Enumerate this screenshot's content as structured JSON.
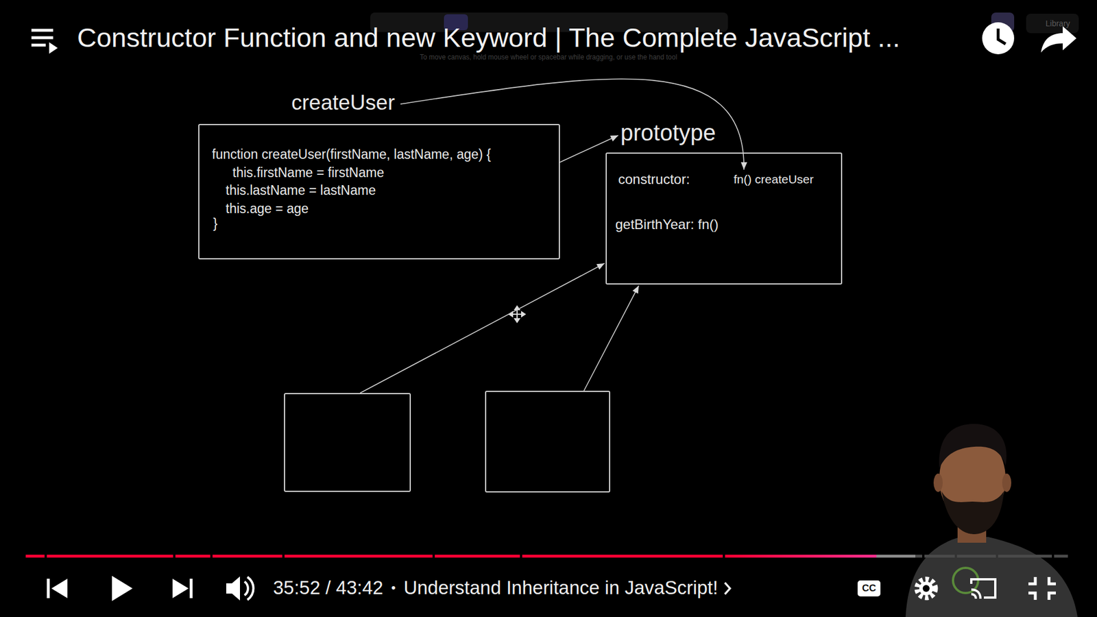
{
  "diagram": {
    "title": "Constructor Function and new Keyword | The Complete JavaScript ...",
    "nodes": [
      {
        "text": [
          "createUser",
          "function createUser(firstName, lastName, age) {",
          "this.firstName = firstName",
          "this.lastName = lastName",
          "this.age = age",
          "}"
        ]
      },
      {
        "text": [
          "prototype",
          "constructor:",
          "fn() createUser",
          "getBirthYear: fn()"
        ]
      },
      {
        "text": []
      },
      {
        "text": []
      }
    ],
    "edges": [
      {
        "from": 0,
        "to": 1,
        "arrow": "to"
      },
      {
        "from": 0,
        "to": 1,
        "arrow": "to"
      },
      {
        "from": 2,
        "to": 1,
        "arrow": "to"
      },
      {
        "from": 3,
        "to": 1,
        "arrow": "to"
      }
    ],
    "labels": [
      "To move canvas, hold mouse wheel or spacebar while dragging, or use the hand tool",
      "Library",
      "35:52 / 43:42",
      "•",
      "Understand Inheritance in JavaScript!",
      "CC"
    ]
  }
}
